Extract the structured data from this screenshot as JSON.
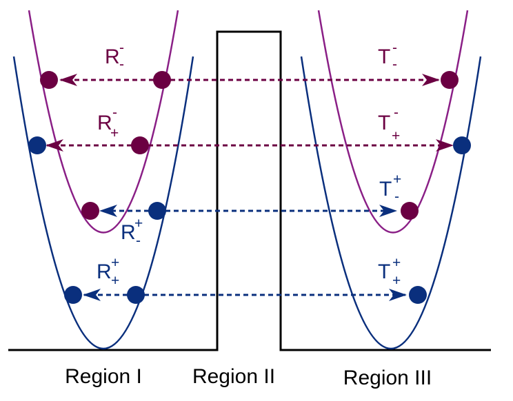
{
  "colors": {
    "blue": "#0a2f7d",
    "purple": "#6b0042",
    "purple_curve": "#8a1f86",
    "barrier": "#000000"
  },
  "regions": {
    "region_1": "Region I",
    "region_2": "Region II",
    "region_3": "Region III"
  },
  "labels": {
    "r_mm": {
      "base": "R",
      "sup": "-",
      "sub": "-"
    },
    "r_mp": {
      "base": "R",
      "sup": "-",
      "sub": "+"
    },
    "r_pm": {
      "base": "R",
      "sup": "+",
      "sub": "-"
    },
    "r_pp": {
      "base": "R",
      "sup": "+",
      "sub": "+"
    },
    "t_mm": {
      "base": "T",
      "sup": "-",
      "sub": "-"
    },
    "t_mp": {
      "base": "T",
      "sup": "-",
      "sub": "+"
    },
    "t_pm": {
      "base": "T",
      "sup": "+",
      "sub": "-"
    },
    "t_pp": {
      "base": "T",
      "sup": "+",
      "sub": "+"
    }
  }
}
